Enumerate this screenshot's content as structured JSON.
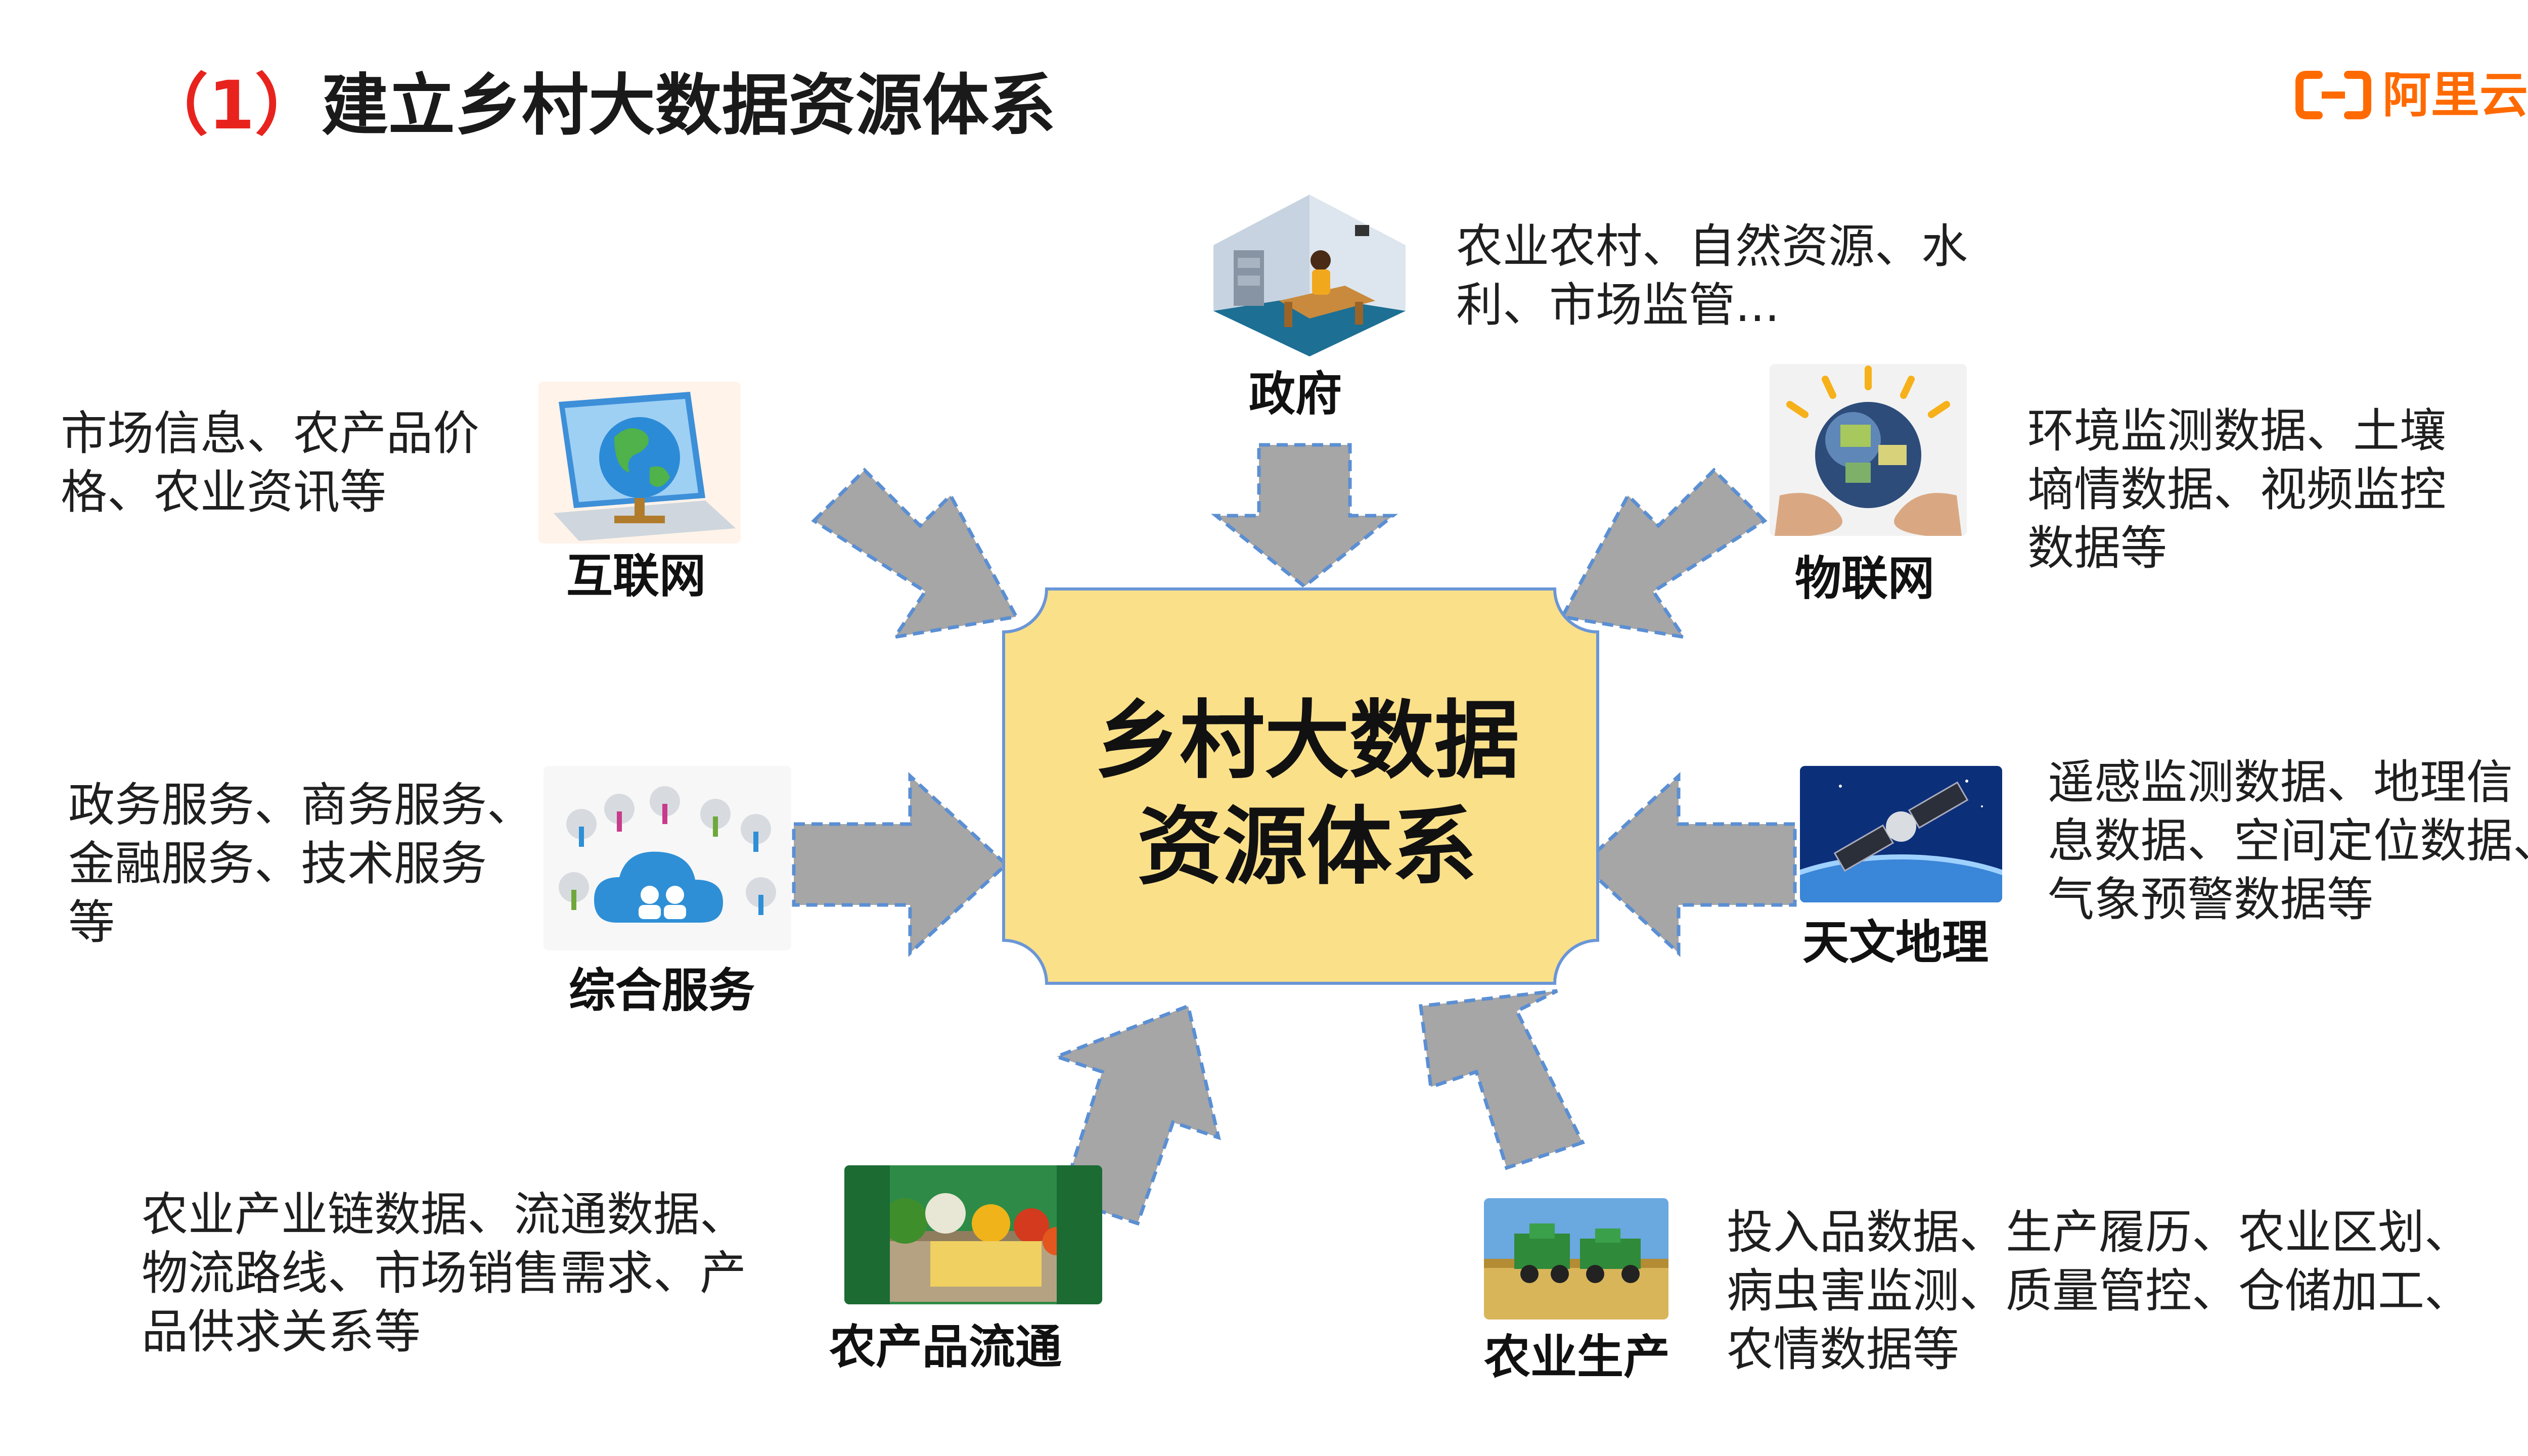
{
  "title": {
    "num": "（1）",
    "text": "建立乡村大数据资源体系"
  },
  "logo": {
    "text": "阿里云",
    "color": "#ff6a00"
  },
  "center": {
    "line1": "乡村大数据",
    "line2": "资源体系",
    "fill": "#fbe08a"
  },
  "colors": {
    "arrow": "#a6a6a6",
    "arrow_dash": "#5b8fd3"
  },
  "nodes": {
    "gov": {
      "label": "政府",
      "desc_lines": [
        "农业农村、自然资源、水",
        "利、市场监管..."
      ],
      "icon": "government-office-icon"
    },
    "internet": {
      "label": "互联网",
      "desc_lines": [
        "市场信息、农产品价",
        "格、农业资讯等"
      ],
      "icon": "laptop-globe-icon"
    },
    "iot": {
      "label": "物联网",
      "desc_lines": [
        "环境监测数据、土壤",
        "墒情数据、视频监控",
        "数据等"
      ],
      "icon": "hands-globe-icon"
    },
    "services": {
      "label": "综合服务",
      "desc_lines": [
        "政务服务、商务服务、",
        "金融服务、技术服务",
        "等"
      ],
      "icon": "cloud-network-icon"
    },
    "astro": {
      "label": "天文地理",
      "desc_lines": [
        "遥感监测数据、地理信",
        "息数据、空间定位数据、",
        "气象预警数据等"
      ],
      "icon": "satellite-icon"
    },
    "circulation": {
      "label": "农产品流通",
      "desc_lines": [
        "农业产业链数据、流通数据、",
        "物流路线、市场销售需求、产",
        "品供求关系等"
      ],
      "icon": "produce-box-icon"
    },
    "production": {
      "label": "农业生产",
      "desc_lines": [
        "投入品数据、生产履历、农业区划、",
        "病虫害监测、质量管控、仓储加工、",
        "农情数据等"
      ],
      "icon": "harvester-icon"
    }
  }
}
